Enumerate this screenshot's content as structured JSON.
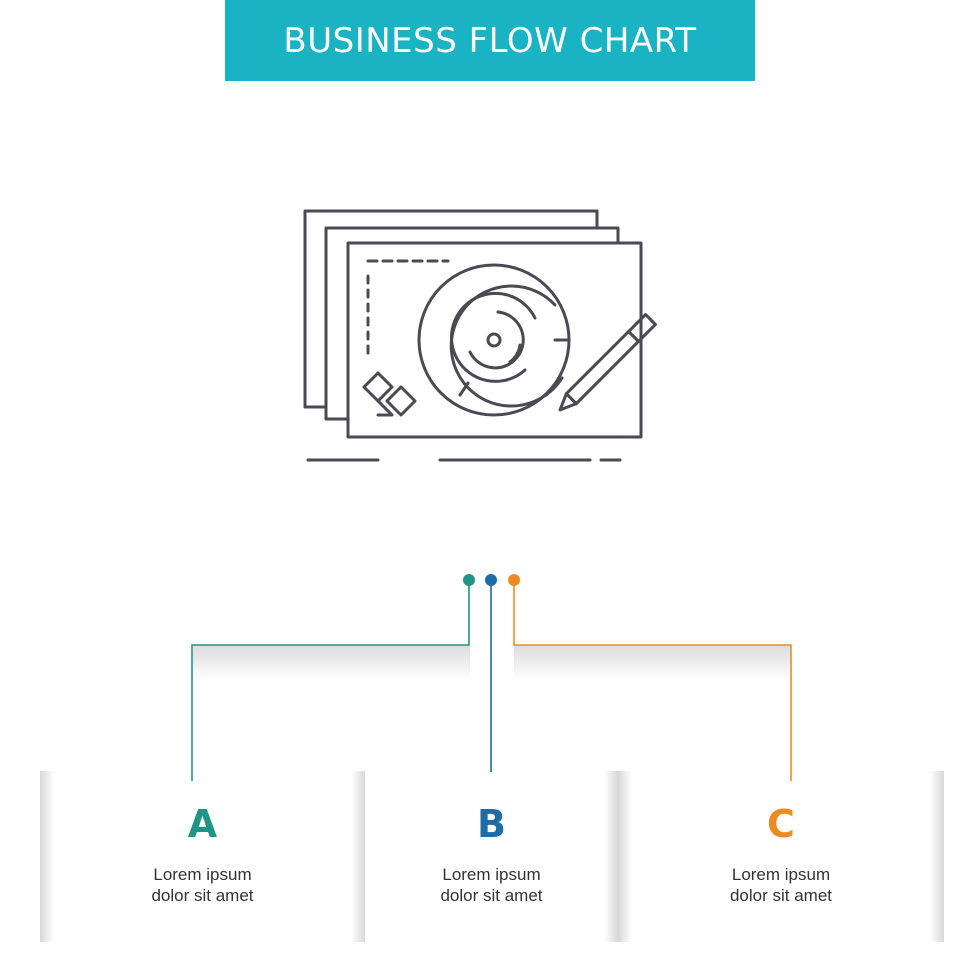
{
  "header": {
    "title": "BUSINESS FLOW CHART"
  },
  "illustration": {
    "icon": "design-board-with-pencil-icon"
  },
  "colors": {
    "banner": "#1ab3c3",
    "a": "#1e9587",
    "b": "#1e6ba6",
    "c": "#ee8a23",
    "icon_stroke": "#4a4a55"
  },
  "steps": [
    {
      "letter": "A",
      "line1": "Lorem ipsum",
      "line2": "dolor sit amet"
    },
    {
      "letter": "B",
      "line1": "Lorem ipsum",
      "line2": "dolor sit amet"
    },
    {
      "letter": "C",
      "line1": "Lorem ipsum",
      "line2": "dolor sit amet"
    }
  ]
}
